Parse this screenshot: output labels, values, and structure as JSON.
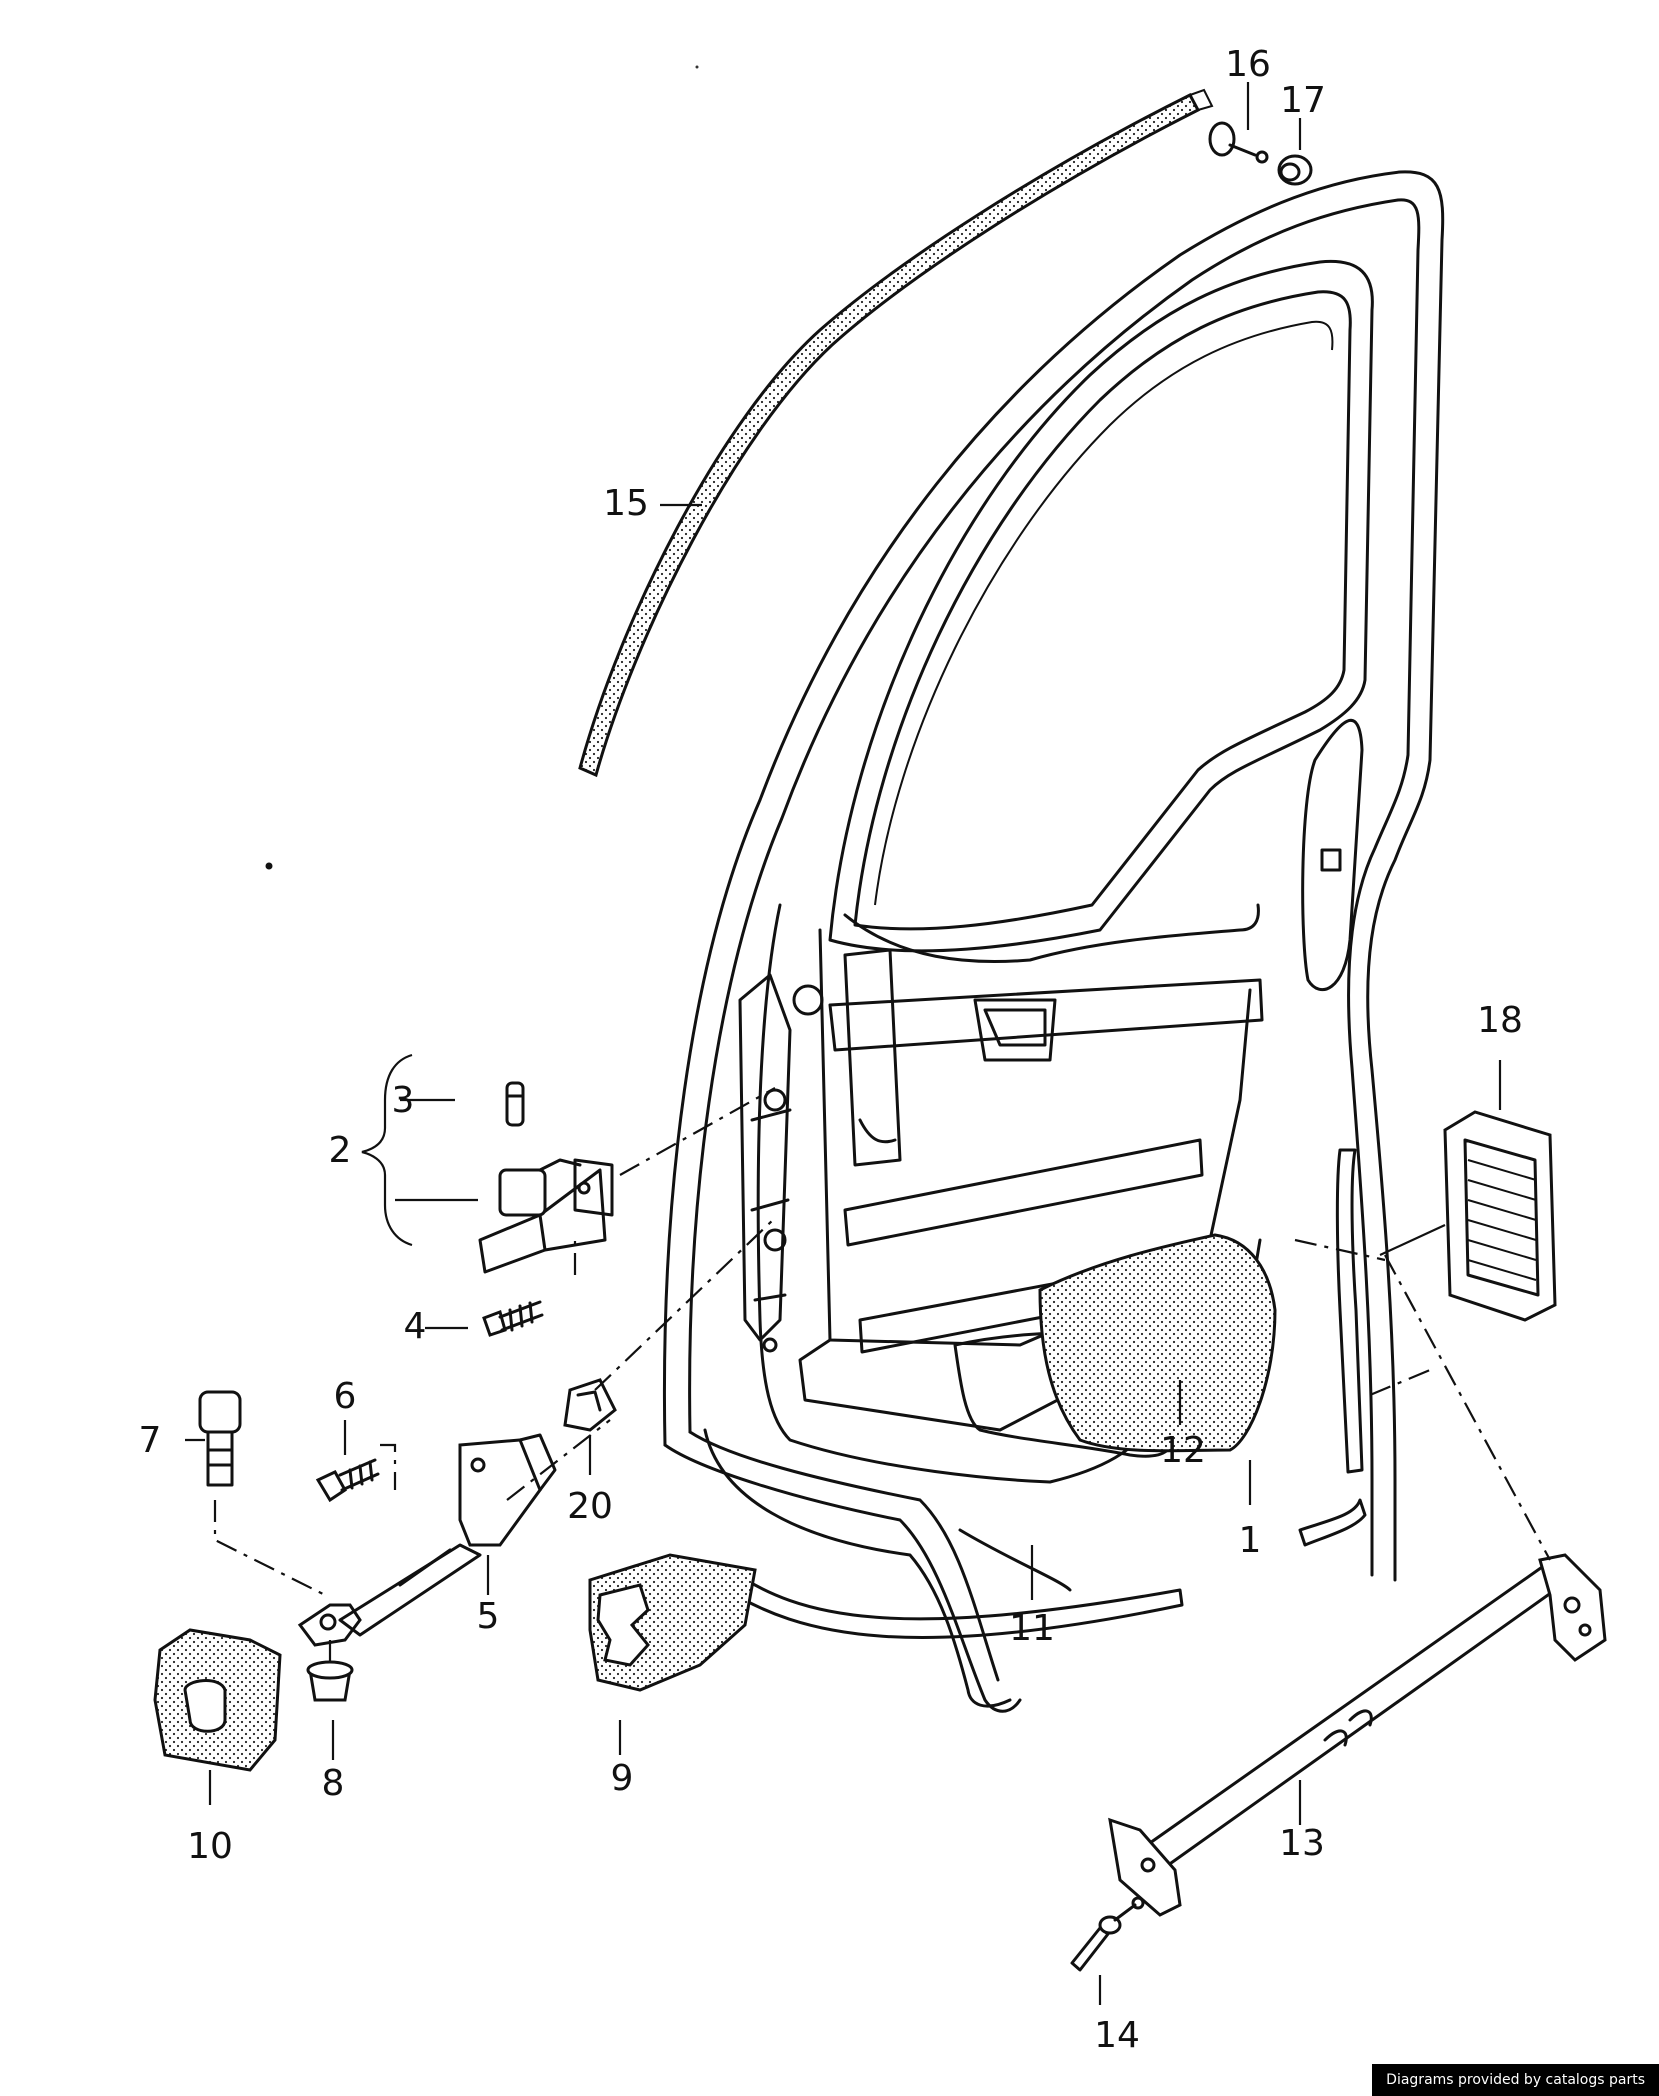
{
  "diagram": {
    "callouts": [
      {
        "id": "1",
        "label": "1"
      },
      {
        "id": "2",
        "label": "2"
      },
      {
        "id": "3",
        "label": "3"
      },
      {
        "id": "4",
        "label": "4"
      },
      {
        "id": "5",
        "label": "5"
      },
      {
        "id": "6",
        "label": "6"
      },
      {
        "id": "7",
        "label": "7"
      },
      {
        "id": "8",
        "label": "8"
      },
      {
        "id": "9",
        "label": "9"
      },
      {
        "id": "10",
        "label": "10"
      },
      {
        "id": "11",
        "label": "11"
      },
      {
        "id": "12",
        "label": "12"
      },
      {
        "id": "13",
        "label": "13"
      },
      {
        "id": "14",
        "label": "14"
      },
      {
        "id": "15",
        "label": "15"
      },
      {
        "id": "16",
        "label": "16"
      },
      {
        "id": "17",
        "label": "17"
      },
      {
        "id": "18",
        "label": "18"
      },
      {
        "id": "20",
        "label": "20"
      }
    ]
  },
  "footer": {
    "credit": "Diagrams provided by catalogs parts"
  }
}
